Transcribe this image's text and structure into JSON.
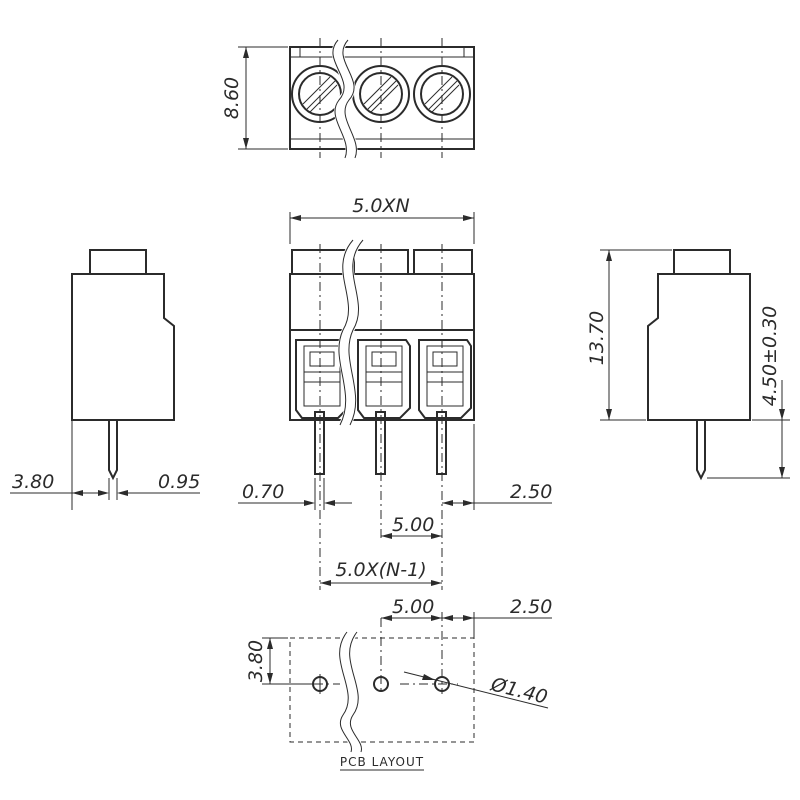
{
  "labels": {
    "height_top": "8.60",
    "width_pitch_n": "5.0XN",
    "height_total": "13.70",
    "pin_length": "4.50±0.30",
    "side_offset": "3.80",
    "pin_width_side": "0.95",
    "pin_width_front": "0.70",
    "edge_offset": "2.50",
    "pitch": "5.00",
    "pitch_span": "5.0X(N-1)",
    "pcb_pitch": "5.00",
    "pcb_edge": "2.50",
    "pcb_row_offset": "3.80",
    "hole_diameter": "Ø1.40",
    "pcb_caption": "PCB LAYOUT"
  }
}
